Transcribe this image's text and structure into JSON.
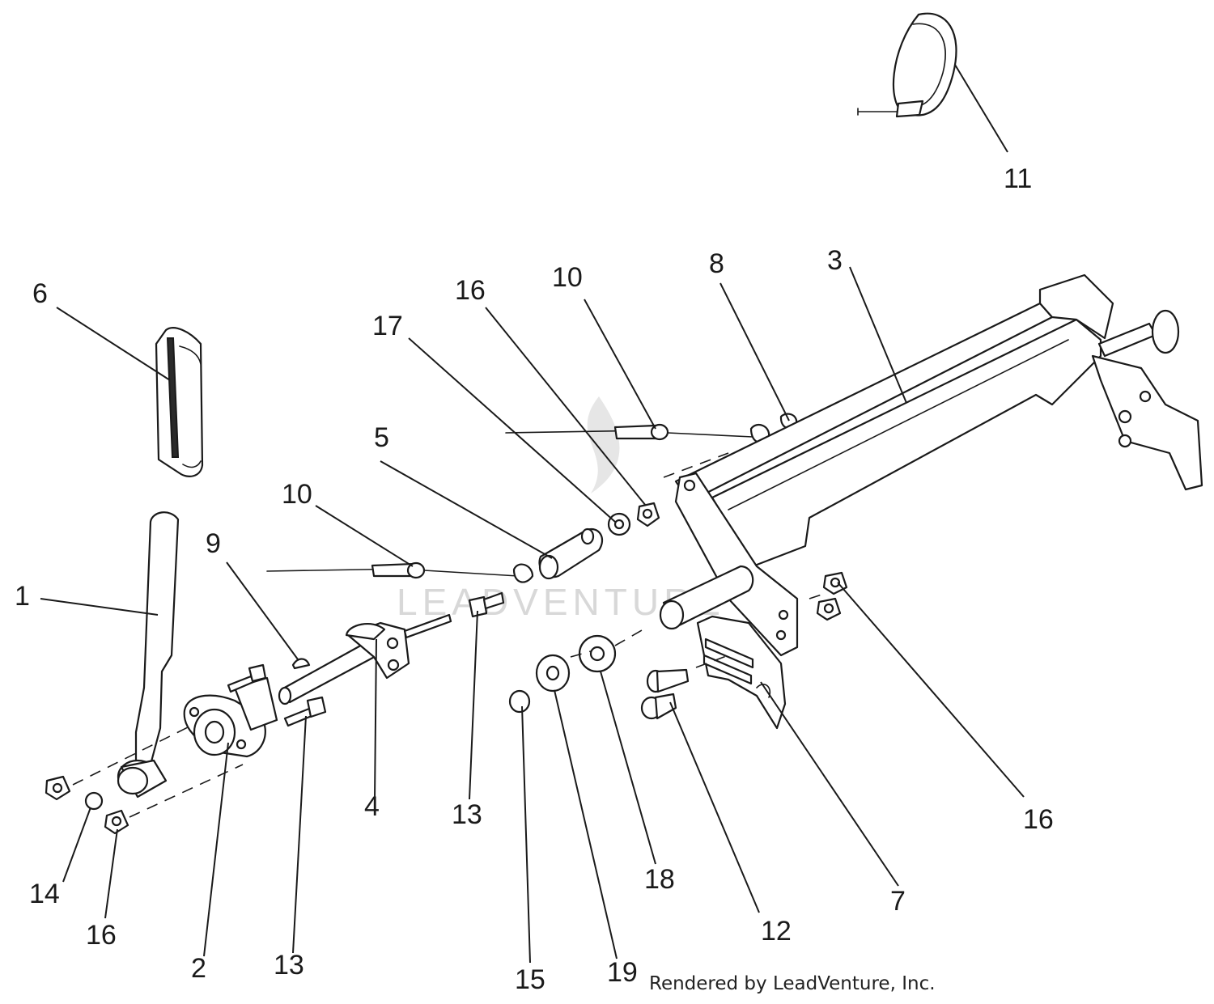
{
  "diagram": {
    "watermark": "LEADVENTURE",
    "credit": "Rendered by LeadVenture, Inc."
  },
  "callouts": {
    "c1": "1",
    "c2": "2",
    "c3": "3",
    "c4": "4",
    "c5": "5",
    "c6": "6",
    "c7": "7",
    "c8": "8",
    "c9": "9",
    "c10a": "10",
    "c10b": "10",
    "c11": "11",
    "c12": "12",
    "c13a": "13",
    "c13b": "13",
    "c14": "14",
    "c15": "15",
    "c16a": "16",
    "c16b": "16",
    "c16c": "16",
    "c17": "17",
    "c18": "18",
    "c19": "19"
  },
  "colors": {
    "ink": "#1a1a1a",
    "watermark": "#d8d8d8"
  }
}
